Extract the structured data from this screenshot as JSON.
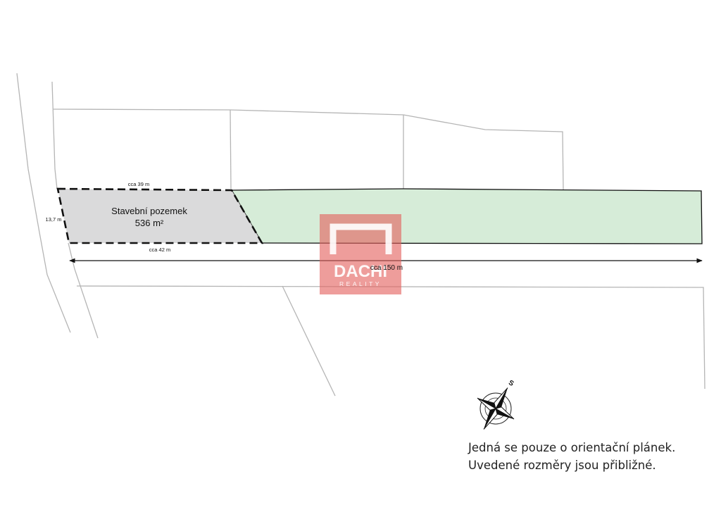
{
  "plot": {
    "title": "Stavební pozemek",
    "area": "536 m²",
    "fill_color": "#dadadb"
  },
  "green_area": {
    "fill_color": "#d6ecd8"
  },
  "dimensions": {
    "top": "cca 39 m",
    "side": "13,7 m",
    "bottom": "cca 42 m",
    "total": "cca 150 m"
  },
  "compass": {
    "north_label": "S",
    "icon": "compass-rose-icon"
  },
  "watermark": {
    "brand": "DACHI",
    "sub": "REALITY",
    "color": "#e4615d"
  },
  "disclaimer": {
    "line1": "Jedná se pouze o orientační plánek.",
    "line2": "Uvedené rozměry jsou přibližné."
  }
}
